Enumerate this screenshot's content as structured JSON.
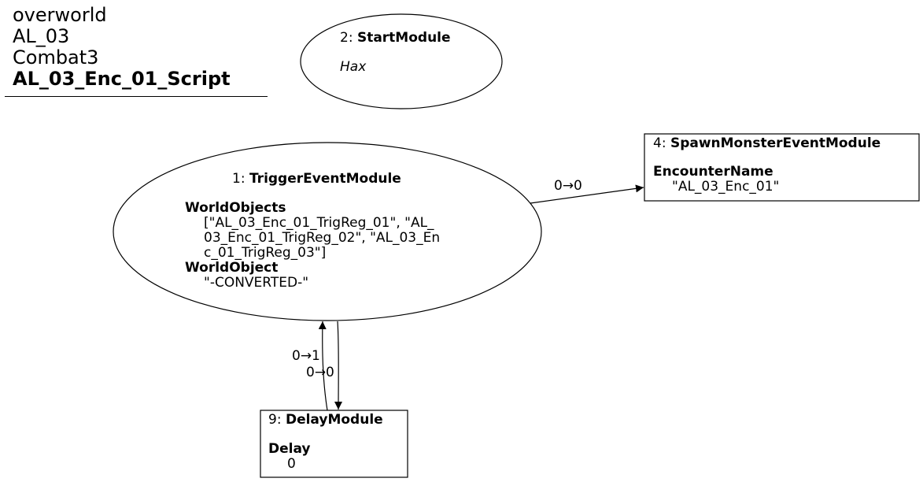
{
  "title": {
    "line1": "overworld",
    "line2": "AL_03",
    "line3": "Combat3",
    "line4": "AL_03_Enc_01_Script"
  },
  "nodes": {
    "start": {
      "id": "2: ",
      "type": "StartModule",
      "sub": "Hax"
    },
    "trigger": {
      "id": "1: ",
      "type": "TriggerEventModule",
      "p1_name": "WorldObjects",
      "p1_v1": "[\"AL_03_Enc_01_TrigReg_01\", \"AL_",
      "p1_v2": "03_Enc_01_TrigReg_02\", \"AL_03_En",
      "p1_v3": "c_01_TrigReg_03\"]",
      "p2_name": "WorldObject",
      "p2_v1": "\"-CONVERTED-\""
    },
    "spawn": {
      "id": "4: ",
      "type": "SpawnMonsterEventModule",
      "p1_name": "EncounterName",
      "p1_v1": "\"AL_03_Enc_01\""
    },
    "delay": {
      "id": "9: ",
      "type": "DelayModule",
      "p1_name": "Delay",
      "p1_v1": "0"
    }
  },
  "edges": {
    "trigger_to_spawn": "0→0",
    "delay_to_trigger": "0→1",
    "trigger_to_delay": "0→0"
  }
}
